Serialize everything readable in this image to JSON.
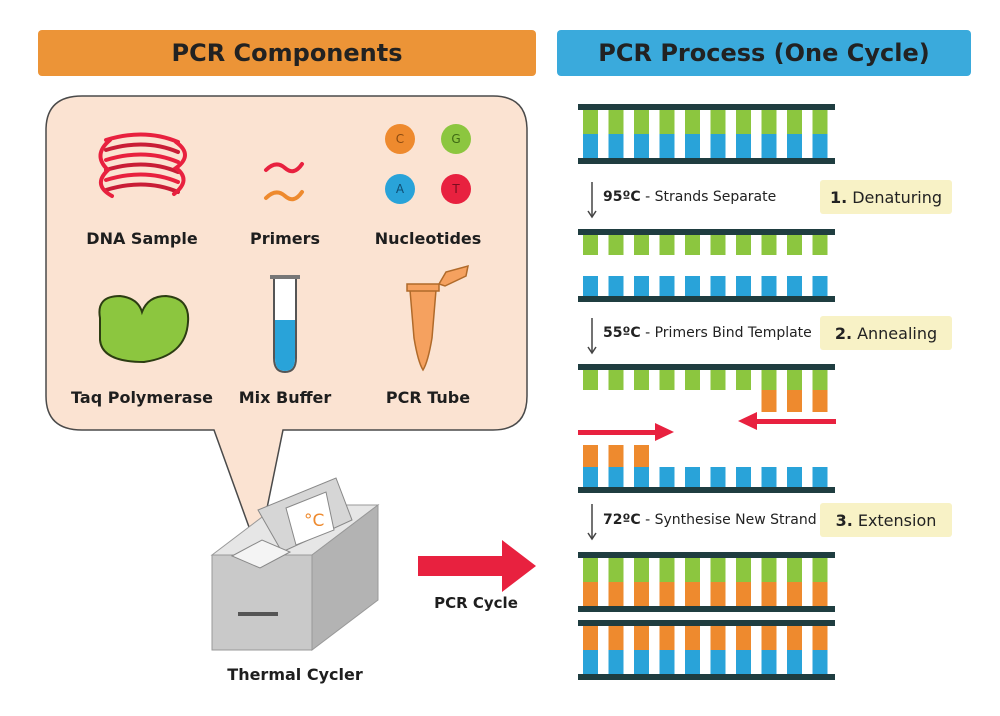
{
  "left_title": "PCR Components",
  "right_title": "PCR Process (One Cycle)",
  "components": {
    "dna_sample": "DNA Sample",
    "primers": "Primers",
    "nucleotides": "Nucleotides",
    "taq": "Taq Polymerase",
    "mix_buffer": "Mix Buffer",
    "pcr_tube": "PCR Tube"
  },
  "nucleotide_letters": [
    "C",
    "G",
    "A",
    "T"
  ],
  "thermal_cycler": "Thermal Cycler",
  "cycler_display": "°C",
  "pcr_cycle": "PCR Cycle",
  "steps": [
    {
      "temp": "95ºC",
      "desc": " - Strands Separate",
      "num": "1.",
      "name": "Denaturing"
    },
    {
      "temp": "55ºC",
      "desc": " - Primers Bind Template",
      "num": "2.",
      "name": "Annealing"
    },
    {
      "temp": "72ºC",
      "desc": " - Synthesise New Strand",
      "num": "3.",
      "name": "Extension"
    }
  ],
  "colors": {
    "orange_banner": "#ec9437",
    "blue_banner": "#3aaadc",
    "green": "#8cc63f",
    "blue": "#29a3d9",
    "orange": "#ee8a2e",
    "red": "#e8213f",
    "strand": "#1f3d40",
    "bubble": "#fbe3d2",
    "badge": "#f8f2c6"
  }
}
